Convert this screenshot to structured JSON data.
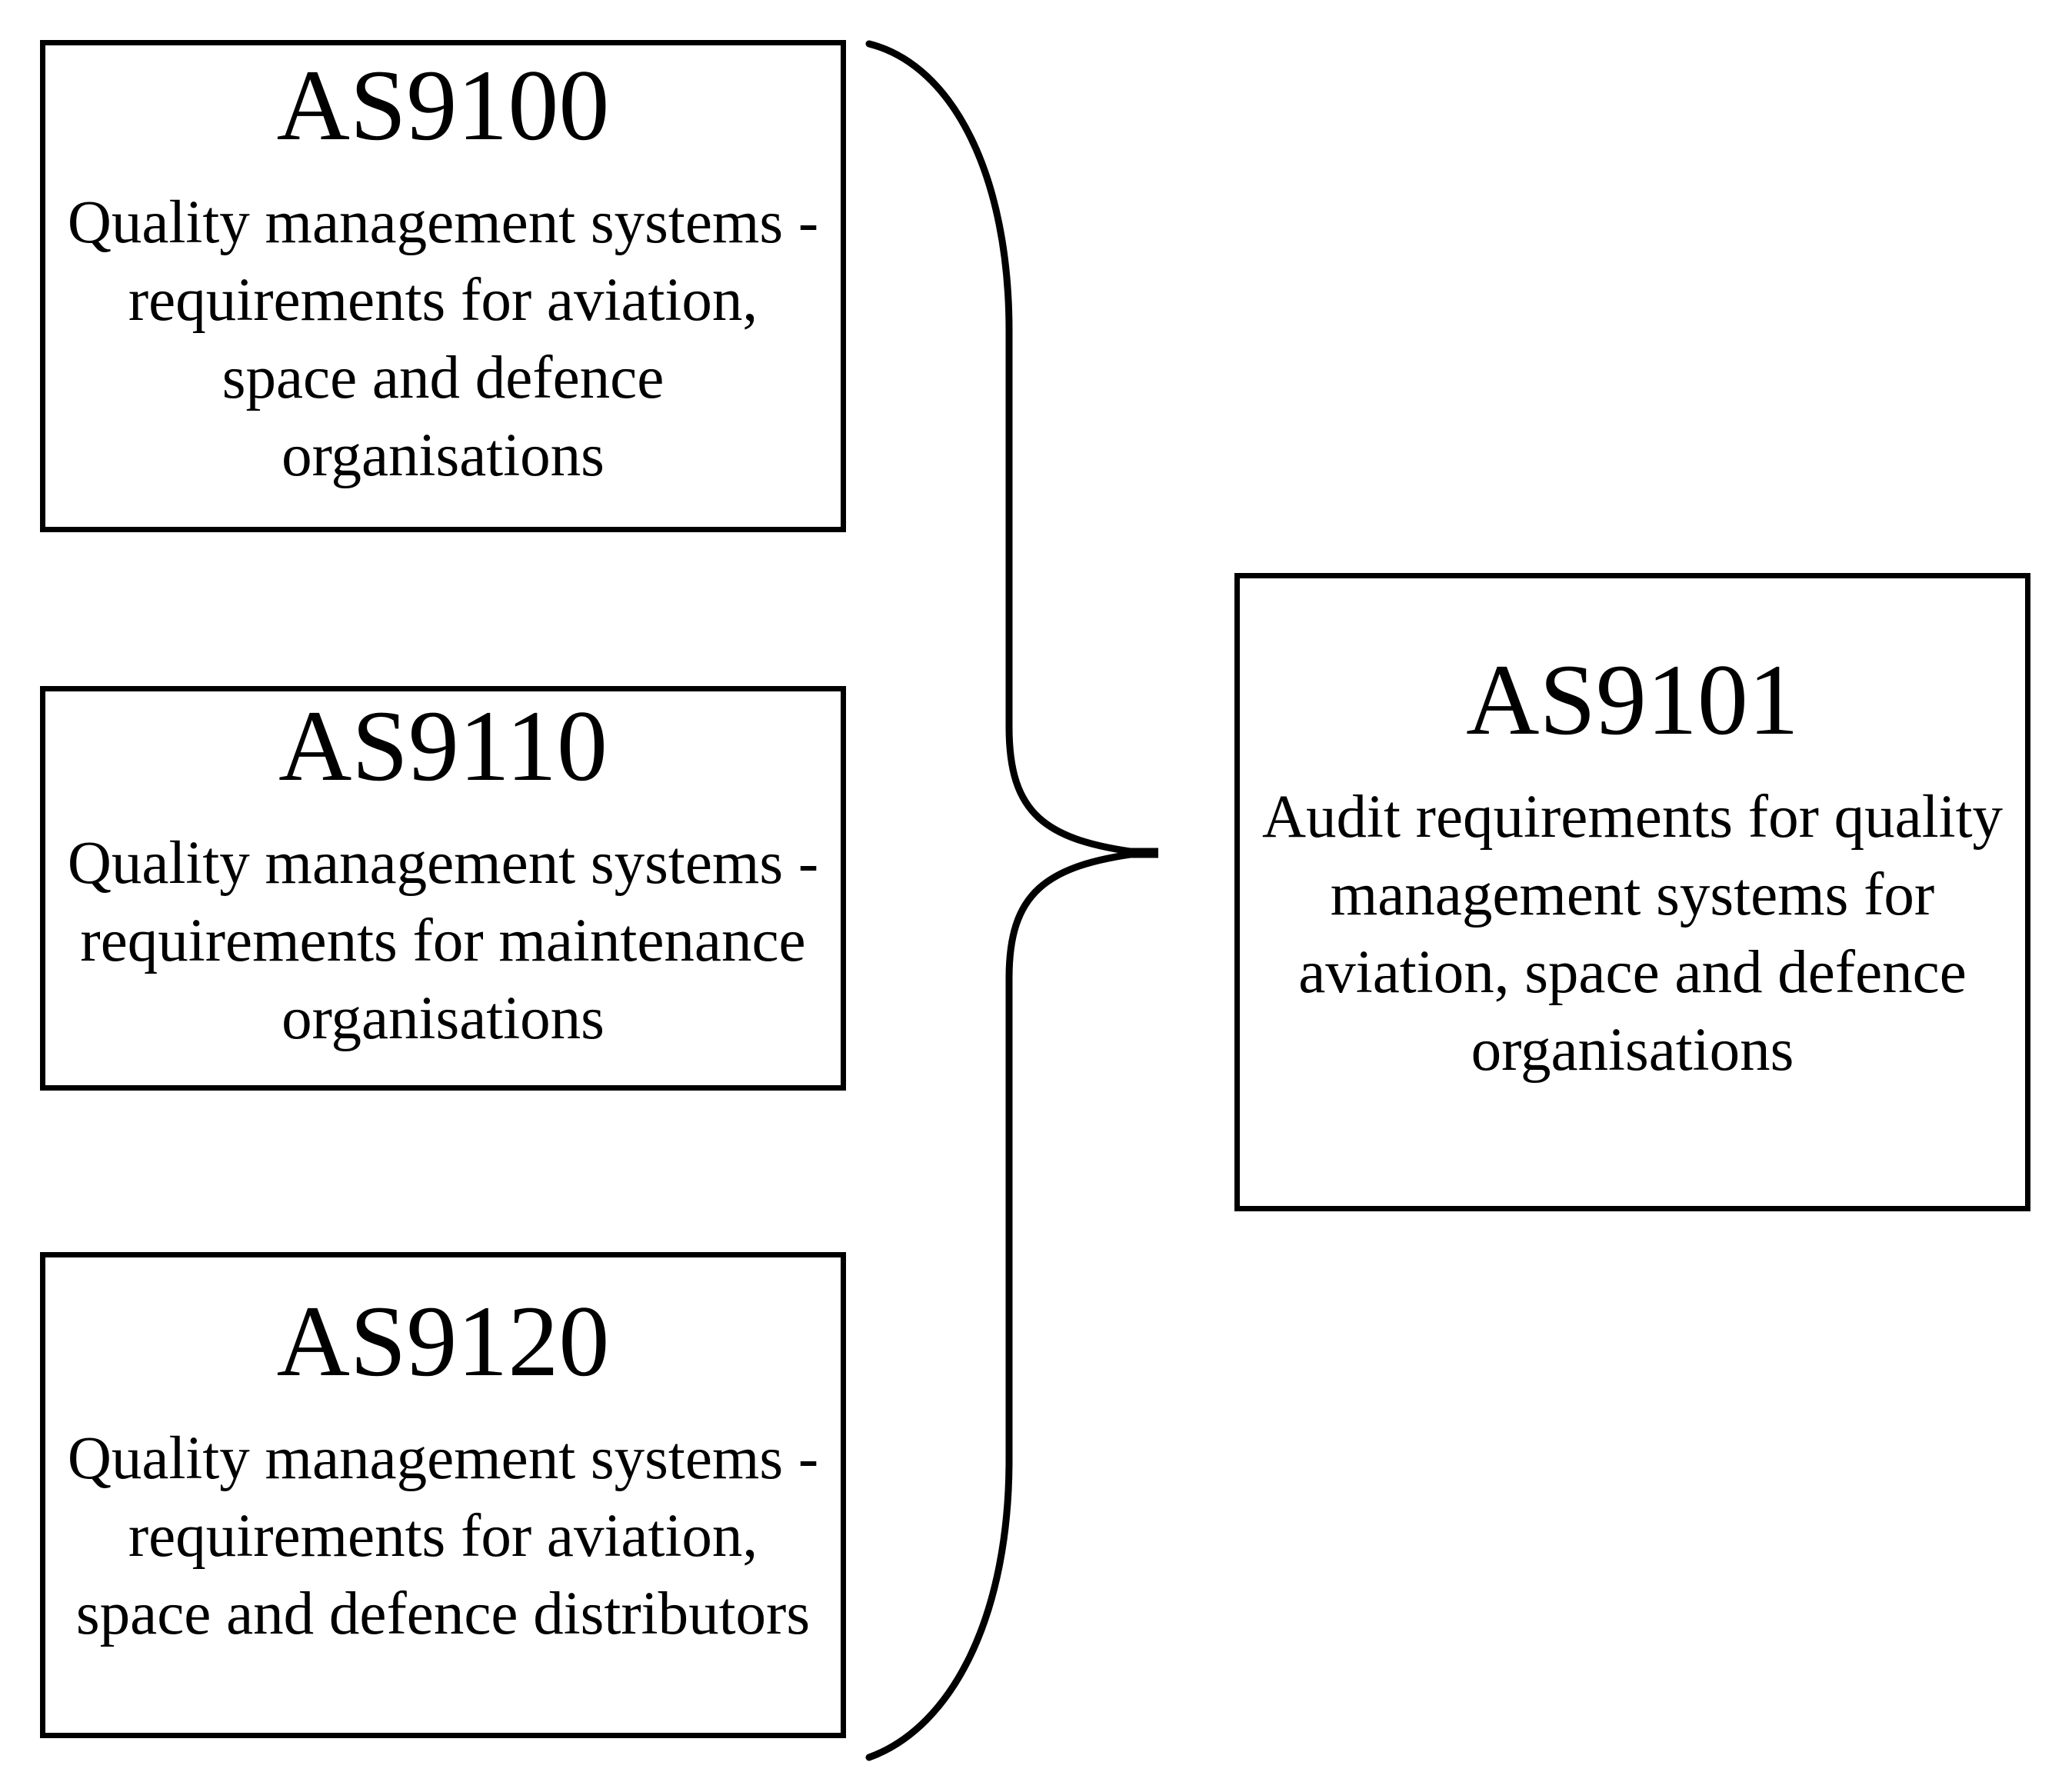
{
  "figure": {
    "background": "#ffffff",
    "ink": "#000000",
    "left_boxes": [
      {
        "title": "AS9100",
        "lines": [
          "Quality management systems -",
          "requirements for aviation,",
          "space and defence",
          "organisations"
        ]
      },
      {
        "title": "AS9110",
        "lines": [
          "Quality management systems -",
          "requirements for maintenance",
          "organisations"
        ]
      },
      {
        "title": "AS9120",
        "lines": [
          "Quality management systems -",
          "requirements for aviation,",
          "space and defence distributors"
        ]
      }
    ],
    "right_box": {
      "title": "AS9101",
      "lines": [
        "Audit requirements for quality",
        "management systems for",
        "aviation, space and defence",
        "organisations"
      ]
    },
    "connector": {
      "type": "curly-brace",
      "direction": "right-pointing",
      "color": "#000000"
    }
  }
}
